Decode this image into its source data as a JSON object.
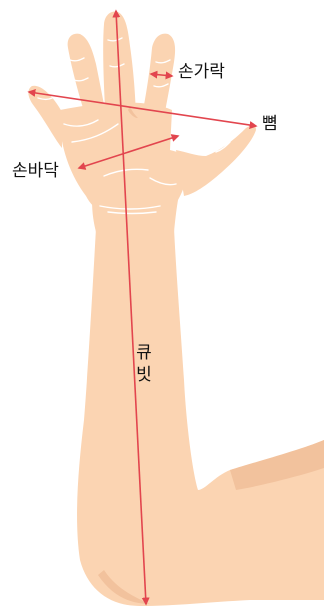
{
  "labels": {
    "finger": "손가락",
    "span": "뼘",
    "palm": "손바닥",
    "cubit_line1": "큐",
    "cubit_line2": "빗"
  },
  "colors": {
    "skin": "#fbd4b2",
    "skin_shadow": "#f2c29d",
    "crease": "#ffffff",
    "arrow": "#e2454e",
    "text": "#111111"
  }
}
